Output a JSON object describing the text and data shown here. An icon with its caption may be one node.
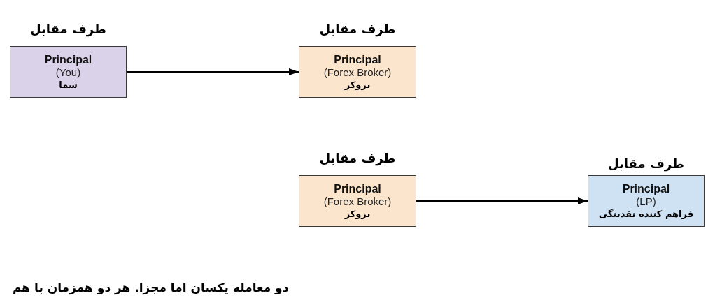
{
  "diagram": {
    "caption": "دو معامله یکسان اما مجزا. هر دو همزمان با هم",
    "nodes": [
      {
        "text": [
          "طرف مقابل",
          "Principal",
          "(You)",
          "شما"
        ]
      },
      {
        "text": [
          "طرف مقابل",
          "Principal",
          "(Forex Broker)",
          "بروکر"
        ]
      },
      {
        "text": [
          "طرف مقابل",
          "Principal",
          "(Forex Broker)",
          "بروکر"
        ]
      },
      {
        "text": [
          "طرف مقابل",
          "Principal",
          "(LP)",
          "فراهم کننده نقدینگی"
        ]
      }
    ],
    "edges": [
      {
        "from": 0,
        "to": 1,
        "arrow": "to"
      },
      {
        "from": 2,
        "to": 3,
        "arrow": "to"
      }
    ]
  }
}
